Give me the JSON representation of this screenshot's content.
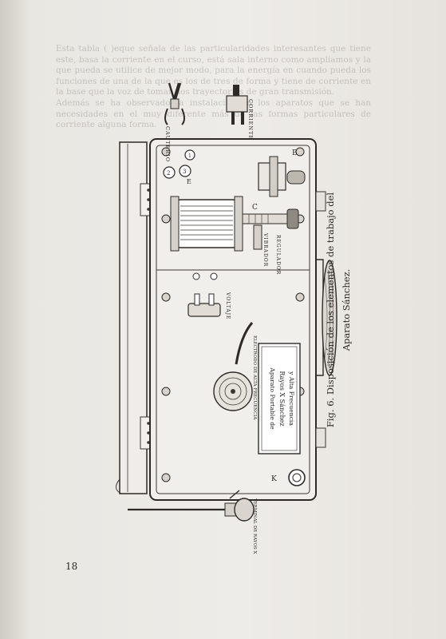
{
  "page": {
    "number": "18"
  },
  "figure": {
    "caption": "Fig. 6. Disposición de los elementos de trabajo del Aparato Sánchez.",
    "nameplate": {
      "line1": "Aparato Portable de",
      "line2": "Rayos X Sánchez",
      "line3": "y Alta Frecuencia"
    },
    "labels": {
      "cautery": "CAUTERIO",
      "current": "CORRIENTE",
      "vibrator": "VIBRADOR",
      "regulator": "REGULADOR",
      "voltage": "VOLTAJE",
      "electrode": "ELECTRODO DE ALTA FRECUENCIA",
      "tube_terminal": "TERMINAL DE RAYOS X",
      "letter_b": "B",
      "letter_c": "C",
      "letter_e": "E",
      "letter_k": "K",
      "terminal_2": "2",
      "terminal_3": "3",
      "terminal_1": "1"
    }
  }
}
